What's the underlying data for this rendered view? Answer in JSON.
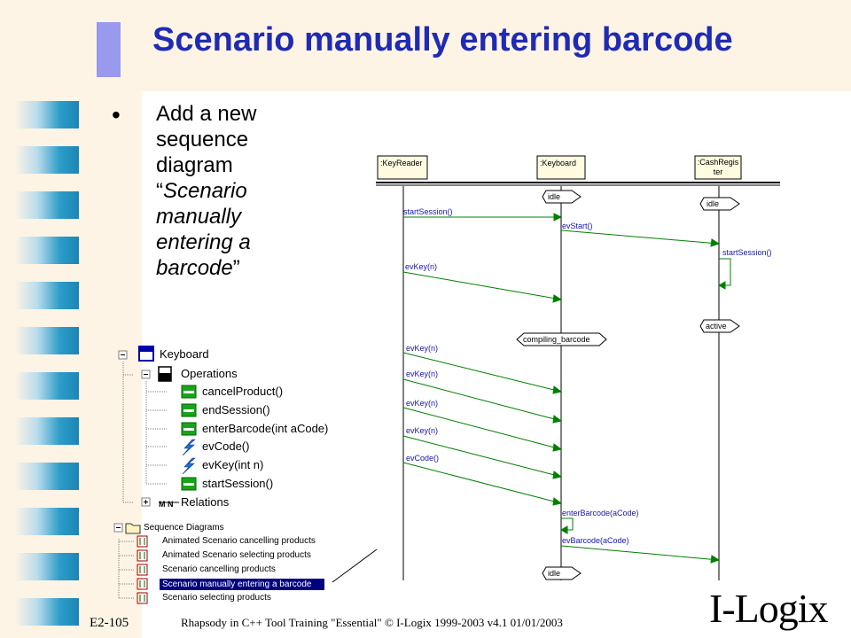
{
  "slide": {
    "title": "Scenario manually entering barcode",
    "bullet_plain": "Add a new sequence diagram ",
    "bullet_quote_open": "“",
    "bullet_italic": "Scenario manually entering a barcode",
    "bullet_quote_close": "”",
    "footer_code": "E2-105",
    "footer_text": "Rhapsody in C++ Tool Training \"Essential\"   © I-Logix 1999-2003   v4.1  01/01/2003",
    "logo_text": "I-Logix"
  },
  "browser_tree": {
    "class_name": "Keyboard",
    "operations_label": "Operations",
    "operations": [
      {
        "label": "cancelProduct()",
        "icon": "operation-icon"
      },
      {
        "label": "endSession()",
        "icon": "operation-icon"
      },
      {
        "label": "enterBarcode(int aCode)",
        "icon": "operation-icon"
      },
      {
        "label": "evCode()",
        "icon": "event-icon"
      },
      {
        "label": "evKey(int n)",
        "icon": "event-icon"
      },
      {
        "label": "startSession()",
        "icon": "operation-icon"
      }
    ],
    "relations_label": "Relations",
    "sequence_folder": "Sequence Diagrams",
    "sequences": [
      "Animated Scenario cancelling products",
      "Animated Scenario selecting products",
      "Scenario cancelling products",
      "Scenario manually entering a barcode",
      "Scenario selecting products"
    ],
    "selected_sequence_index": 3
  },
  "sequence_diagram": {
    "lifelines": [
      ":KeyReader",
      ":Keyboard",
      ":CashRegis ter"
    ],
    "states": [
      "idle",
      "idle",
      "active",
      "compiling_barcode",
      "idle"
    ],
    "messages": [
      "startSession()",
      "evStart()",
      "startSession()",
      "evKey(n)",
      "evKey(n)",
      "evKey(n)",
      "evKey(n)",
      "evKey(n)",
      "evCode()",
      "enterBarcode(aCode)",
      "evBarcode(aCode)"
    ],
    "colors": {
      "message": "#008000",
      "state": "#000000",
      "lifeline_box": "#fffbe0"
    }
  }
}
